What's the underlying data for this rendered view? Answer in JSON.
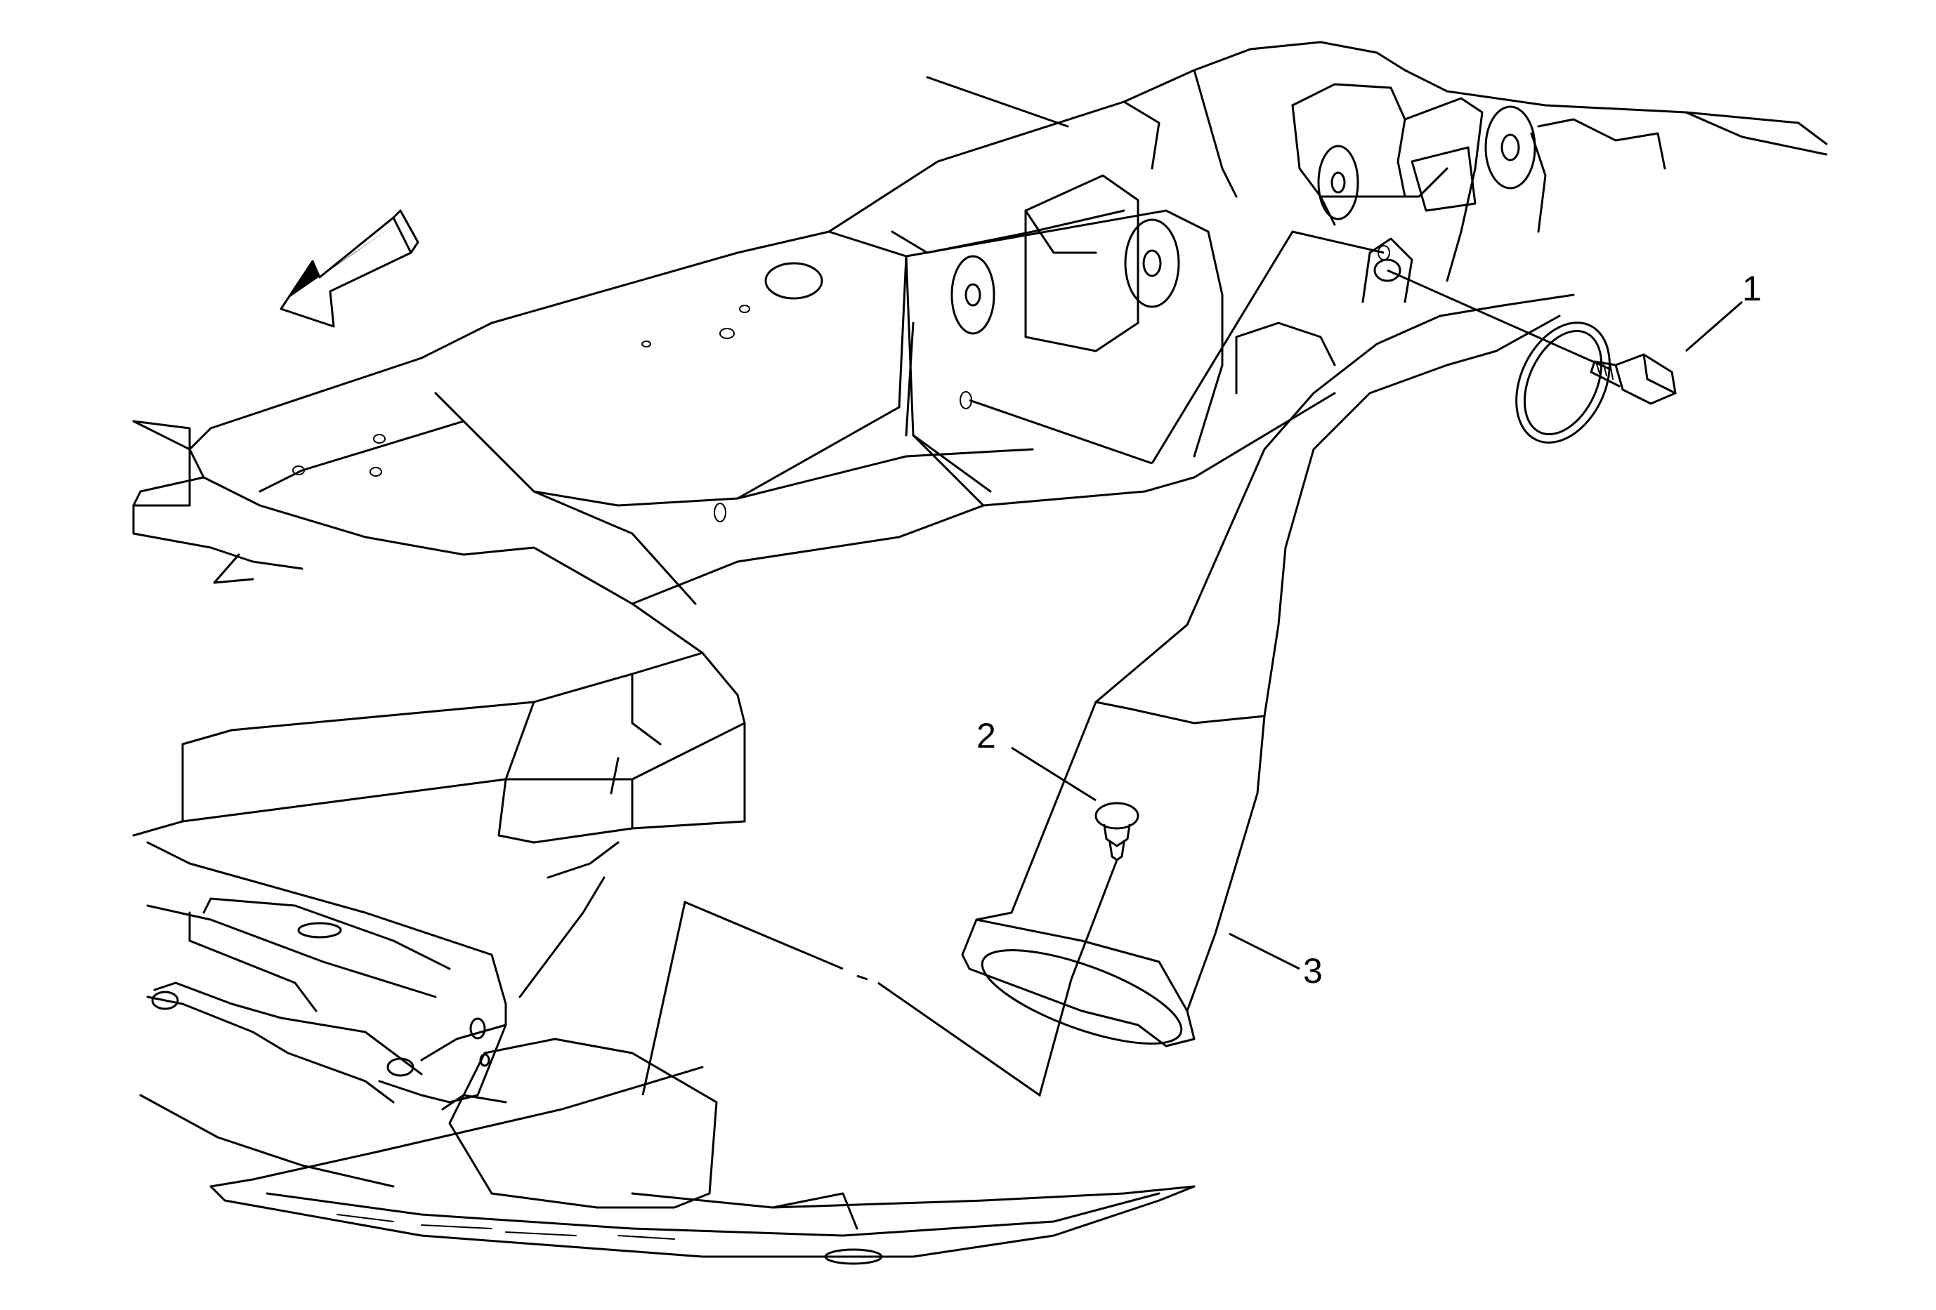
{
  "callouts": [
    {
      "id": "1",
      "label": "1"
    },
    {
      "id": "2",
      "label": "2"
    },
    {
      "id": "3",
      "label": "3"
    }
  ],
  "parts": {
    "bolt": "bolt",
    "push_pin_retainer": "push-pin-retainer",
    "air_duct": "air-intake-duct"
  },
  "direction_indicator": "front-arrow-icon",
  "colors": {
    "line": "#000000",
    "background": "#ffffff"
  }
}
